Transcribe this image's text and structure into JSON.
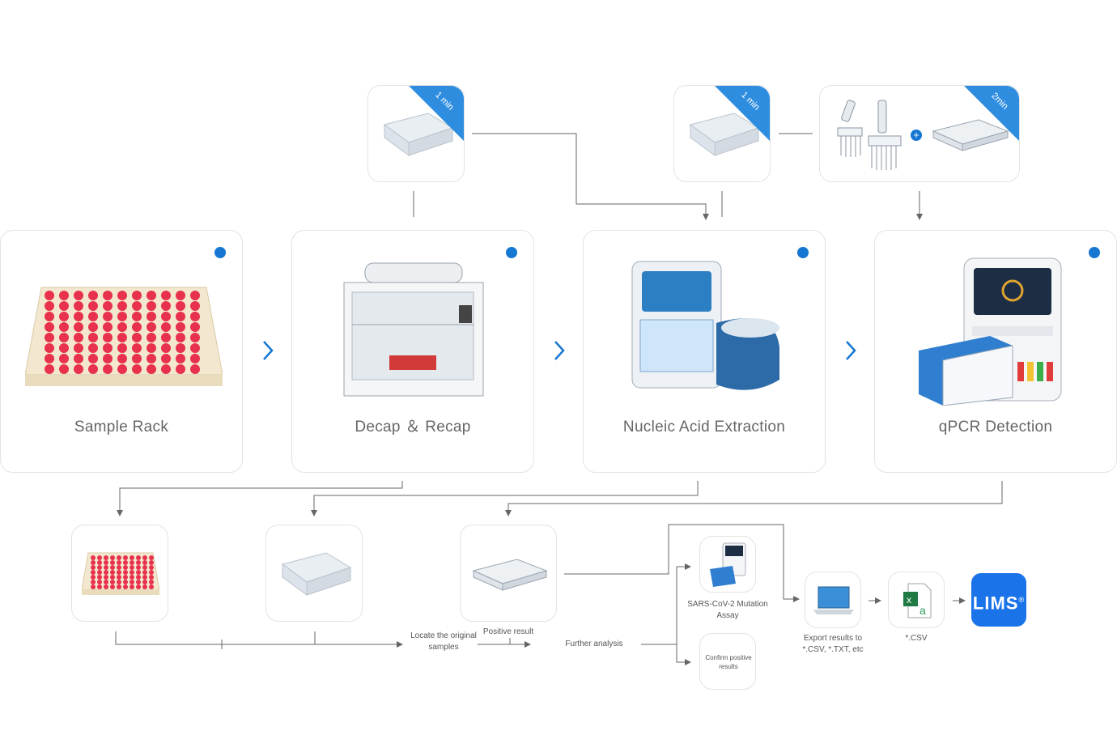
{
  "steps": [
    {
      "label": "Sample Rack"
    },
    {
      "label": "Decap ＆ Recap"
    },
    {
      "label": "Nucleic Acid Extraction"
    },
    {
      "label": "qPCR Detection"
    }
  ],
  "time_badges": [
    "1 min",
    "1 min",
    "2min"
  ],
  "annotations": {
    "locate": "Locate the original samples",
    "positive": "Positive result",
    "further": "Further analysis",
    "sars": "SARS-CoV-2 Mutation Assay",
    "confirm": "Confirm positive results",
    "export": "Export results to *.CSV, *.TXT, etc",
    "csv": "*.CSV",
    "lims": "LIMS",
    "lims_mark": "®"
  },
  "colors": {
    "accent": "#1677d2",
    "badge": "#2f8de0",
    "rack_red": "#e8314c",
    "line": "#666666"
  }
}
